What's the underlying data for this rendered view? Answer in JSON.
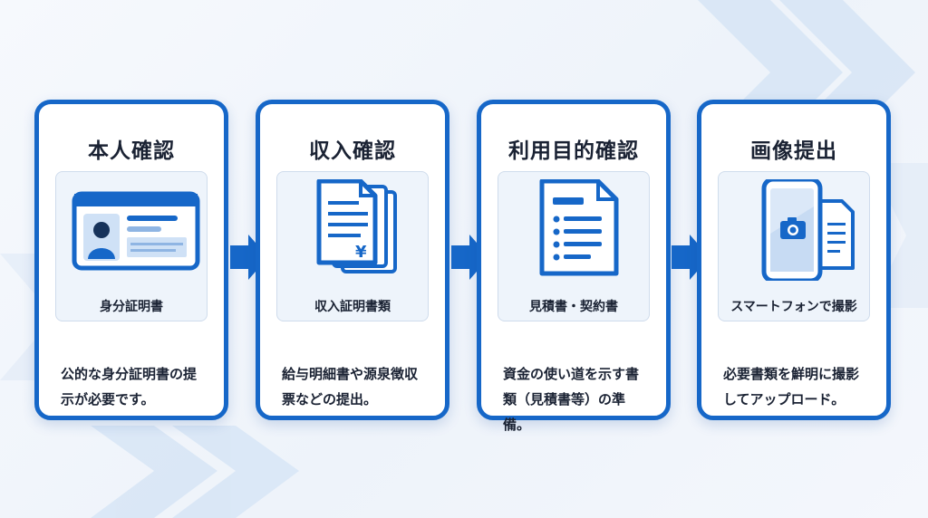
{
  "steps": [
    {
      "title": "本人確認",
      "document": "身分証明書",
      "description": "公的な身分証明書の提示が必要です。",
      "icon": "id-card-icon"
    },
    {
      "title": "収入確認",
      "document": "収入証明書類",
      "description": "給与明細書や源泉徴収票などの提出。",
      "icon": "income-documents-icon"
    },
    {
      "title": "利用目的確認",
      "document": "見積書・契約書",
      "description": "資金の使い道を示す書類（見積書等）の準備。",
      "icon": "estimate-document-icon"
    },
    {
      "title": "画像提出",
      "document": "スマートフォンで撮影",
      "description": "必要書類を鮮明に撮影してアップロード。",
      "icon": "smartphone-camera-icon"
    }
  ],
  "colors": {
    "primary": "#1667c8",
    "panel": "#eef4fb",
    "text": "#1a2233"
  }
}
